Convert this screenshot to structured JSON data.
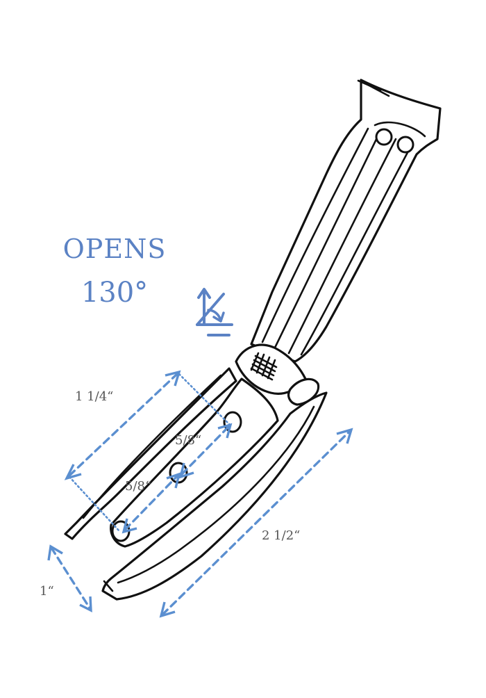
{
  "colors": {
    "accent": "#5b82c4",
    "dimension": "#5b8fd0",
    "dimension_text": "#555555",
    "outline": "#111111"
  },
  "callout": {
    "opens": "OPENS",
    "angle": "130°",
    "icon": "angle-icon"
  },
  "dimensions": {
    "jaw_length": "1 1/4“",
    "hole_spacing_top": "5/8“",
    "hole_spacing_bottom": "5/8“",
    "handle_length": "2 1/2“",
    "tip_width": "1“"
  }
}
